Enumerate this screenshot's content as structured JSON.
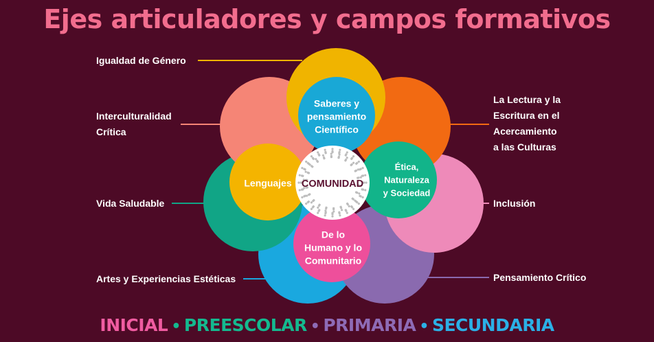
{
  "title": "Ejes articuladores y campos formativos",
  "center": {
    "label": "COMUNIDAD"
  },
  "fields": [
    {
      "label": "Saberes y\npensamiento\nCientífico",
      "color": "#19a8d6"
    },
    {
      "label": "Ética,\nNaturaleza\ny Sociedad",
      "color": "#12b48a"
    },
    {
      "label": "De lo\nHumano y lo\nComunitario",
      "color": "#ee4f9b"
    },
    {
      "label": "Lenguajes",
      "color": "#f4b400"
    }
  ],
  "axes": [
    {
      "label": "Igualdad de Género",
      "color": "#f0b400"
    },
    {
      "label": "La Lectura y la\nEscritura en el\nAcercamiento\na las Culturas",
      "color": "#f26a12"
    },
    {
      "label": "Inclusión",
      "color": "#ee8ab9"
    },
    {
      "label": "Pensamiento Crítico",
      "color": "#8a6aaf"
    },
    {
      "label": "Artes y Experiencias Estéticas",
      "color": "#1aa8df"
    },
    {
      "label": "Vida Saludable",
      "color": "#11a586"
    },
    {
      "label": "Interculturalidad\nCrítica",
      "color": "#f58576"
    }
  ],
  "levels": [
    {
      "label": "INICIAL",
      "color": "#f05ca1"
    },
    {
      "label": "PREESCOLAR",
      "color": "#14b98f"
    },
    {
      "label": "PRIMARIA",
      "color": "#8e6bb6"
    },
    {
      "label": "SECUNDARIA",
      "color": "#2bb0e6"
    }
  ],
  "level_separator": "•"
}
